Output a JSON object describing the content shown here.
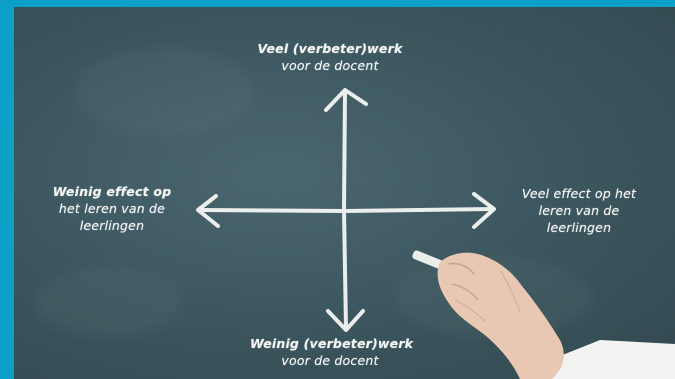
{
  "colors": {
    "frame": "#0aa0c8",
    "board": "#3d5860",
    "chalk": "#f4f6f5"
  },
  "labels": {
    "top": {
      "emph": "Veel (verbeter)werk",
      "rest": "voor de docent"
    },
    "bottom": {
      "emph": "Weinig (verbeter)werk",
      "rest": "voor de docent"
    },
    "left": {
      "line1": "Weinig effect op",
      "line2": "het leren  van de",
      "line3": "leerlingen"
    },
    "right": {
      "line1": "Veel effect op het",
      "line2": "leren  van de",
      "line3": "leerlingen"
    }
  }
}
